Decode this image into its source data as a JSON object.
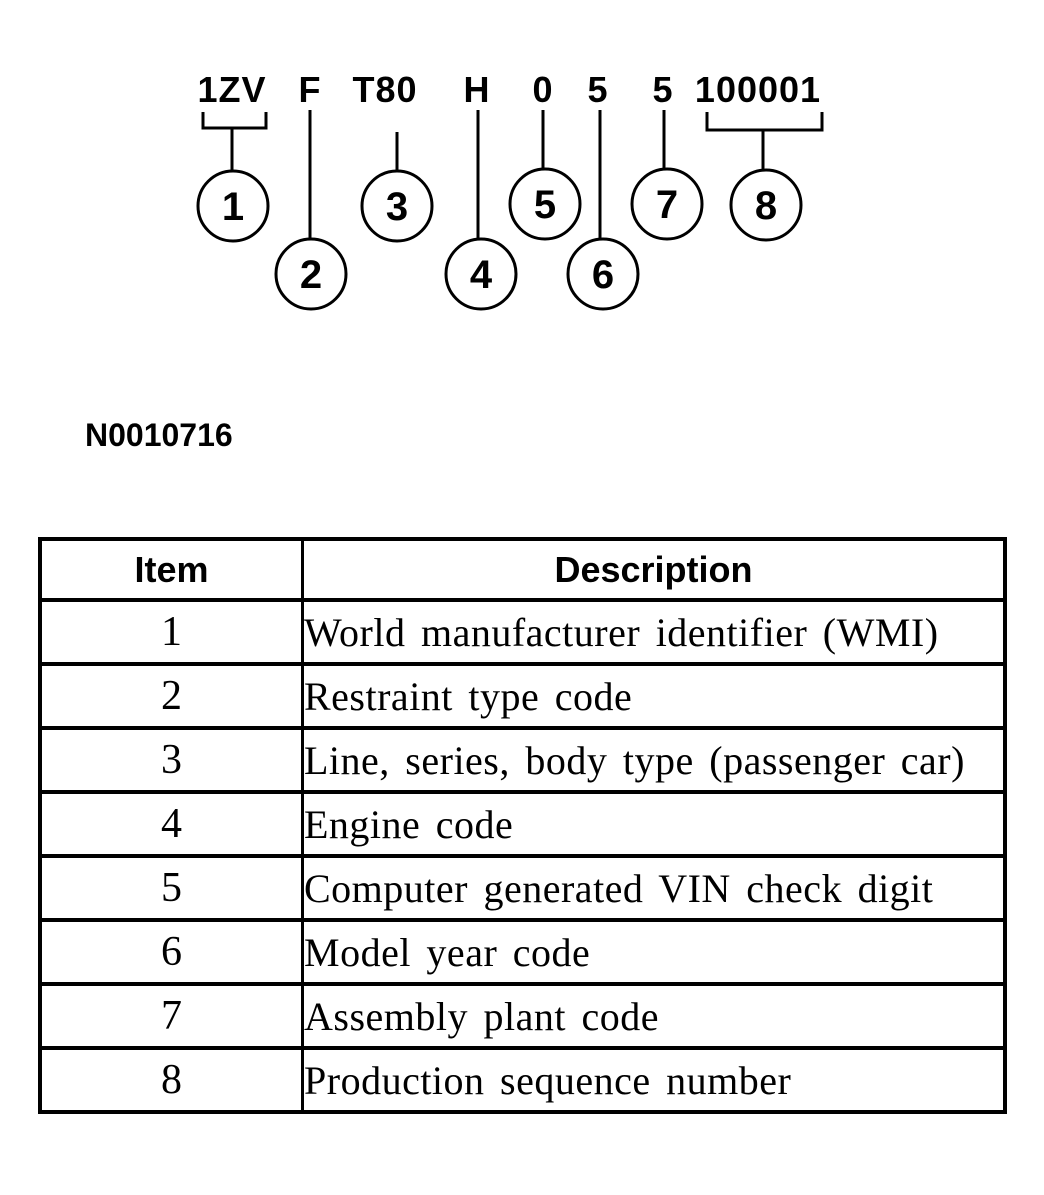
{
  "figure": {
    "figure_number": "N0010716",
    "vin_segments": [
      {
        "code": "1ZV",
        "callout": "1"
      },
      {
        "code": "F",
        "callout": "2"
      },
      {
        "code": "T80",
        "callout": "3"
      },
      {
        "code": "H",
        "callout": "4"
      },
      {
        "code": "0",
        "callout": "5"
      },
      {
        "code": "5",
        "callout": "6"
      },
      {
        "code": "5",
        "callout": "7"
      },
      {
        "code": "100001",
        "callout": "8"
      }
    ]
  },
  "table": {
    "headers": {
      "item": "Item",
      "description": "Description"
    },
    "rows": [
      {
        "item": "1",
        "description": "World manufacturer identifier (WMI)"
      },
      {
        "item": "2",
        "description": "Restraint type code"
      },
      {
        "item": "3",
        "description": "Line, series, body type (passenger car)"
      },
      {
        "item": "4",
        "description": "Engine code"
      },
      {
        "item": "5",
        "description": "Computer generated VIN check digit"
      },
      {
        "item": "6",
        "description": "Model year code"
      },
      {
        "item": "7",
        "description": "Assembly plant code"
      },
      {
        "item": "8",
        "description": "Production sequence number"
      }
    ]
  }
}
